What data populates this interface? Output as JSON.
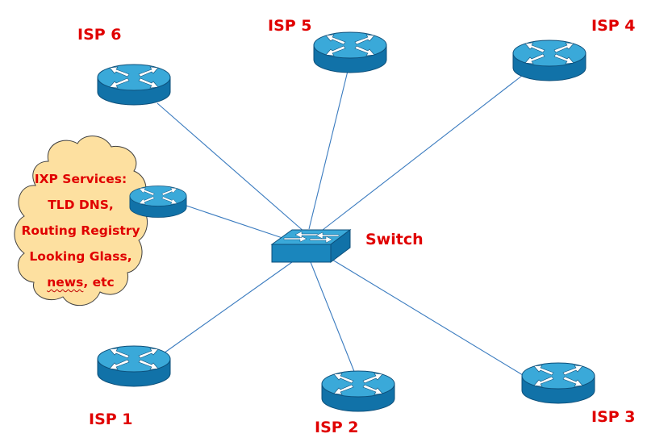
{
  "colors": {
    "label": "#e00000",
    "link_line": "#3a7bbf",
    "device_top": "#3aa9d9",
    "device_side": "#1172a8",
    "device_edge": "#0d4f7a",
    "device_arrow": "#ffffff",
    "cloud_fill": "#fde0a0",
    "cloud_stroke": "#404040"
  },
  "diagram": {
    "routers": [
      {
        "id": "isp6",
        "label": "ISP 6"
      },
      {
        "id": "isp5",
        "label": "ISP 5"
      },
      {
        "id": "isp4",
        "label": "ISP 4"
      },
      {
        "id": "isp1",
        "label": "ISP 1"
      },
      {
        "id": "isp2",
        "label": "ISP 2"
      },
      {
        "id": "isp3",
        "label": "ISP 3"
      }
    ],
    "ixp_router": {
      "id": "ixp"
    },
    "switch": {
      "label": "Switch"
    },
    "ixp_cloud": {
      "lines": [
        "IXP Services:",
        "TLD DNS,",
        "Routing Registry",
        "Looking Glass,"
      ],
      "last_line_word": "news",
      "last_line_rest": ", etc"
    },
    "links": [
      [
        "switch",
        "isp6"
      ],
      [
        "switch",
        "isp5"
      ],
      [
        "switch",
        "isp4"
      ],
      [
        "switch",
        "ixp"
      ],
      [
        "switch",
        "isp1"
      ],
      [
        "switch",
        "isp2"
      ],
      [
        "switch",
        "isp3"
      ]
    ]
  }
}
